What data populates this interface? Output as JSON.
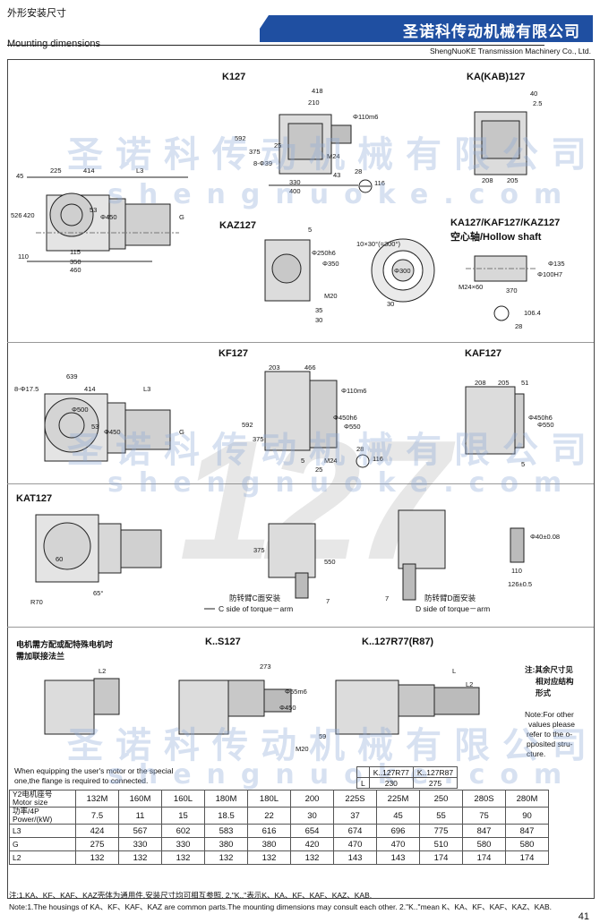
{
  "header": {
    "section_cn": "外形安装尺寸",
    "section_en": "Mounting dimensions",
    "company_cn": "圣诺科传动机械有限公司",
    "company_en": "ShengNuoKE Transmission Machinery Co., Ltd.",
    "banner_color": "#1f4fa1"
  },
  "watermark": {
    "cn": "圣诺科传动机械有限公司",
    "en": "shengnuoke.com",
    "big_number": "127"
  },
  "views": {
    "k127": "K127",
    "ka127": "KA(KAB)127",
    "kaz127": "KAZ127",
    "hollow_title": "KA127/KAF127/KAZ127",
    "hollow_sub": "空心轴/Hollow shaft",
    "kf127": "KF127",
    "kaf127": "KAF127",
    "kat127": "KAT127",
    "ks127": "K..S127",
    "kr77": "K..127R77(R87)"
  },
  "dims": {
    "d418": "418",
    "d210": "210",
    "d110m6": "Φ110m6",
    "d592": "592",
    "d375": "375",
    "d8phi39": "8-Φ39",
    "d25": "25",
    "dM24": "M24",
    "d330": "330",
    "d400": "400",
    "d43": "43",
    "d28": "28",
    "d116": "116",
    "d45": "45",
    "d225": "225",
    "d414": "414",
    "dL3": "L3",
    "d526": "526",
    "d420": "420",
    "d53": "53",
    "d450": "Φ450",
    "dG": "G",
    "d110": "110",
    "d115": "115",
    "d350": "350",
    "d460": "460",
    "d40": "40",
    "d2_5": "2.5",
    "d208": "208",
    "d205": "205",
    "d5": "5",
    "d250h6": "Φ250h6",
    "d350phi": "Φ350",
    "dM20": "M20",
    "d35": "35",
    "d30": "30",
    "d10x30": "10×30°(=300°)",
    "d300": "Φ300",
    "d30b": "30",
    "d100H7": "Φ100H7",
    "d135": "Φ135",
    "dM24x60": "M24×60",
    "d370": "370",
    "d28b": "28",
    "d106_4": "106.4",
    "d639": "639",
    "d8phi17_5": "8-Φ17.5",
    "d500": "Φ500",
    "d203": "203",
    "d466": "466",
    "d450h6": "Φ450h6",
    "d550": "Φ550",
    "d51": "51",
    "d60": "60",
    "dR70": "R70",
    "d65": "65°",
    "d550b": "550",
    "d7": "7",
    "d40_08": "Φ40±0.08",
    "d110b": "110",
    "d126": "126±0.5",
    "d273": "273",
    "d55m6": "Φ55m6",
    "d59": "59",
    "dL": "L",
    "dL2": "L2"
  },
  "torque": {
    "c_cn": "防转臂C面安装",
    "c_en": "C side of torque－arm",
    "d_cn": "防转臂D面安装",
    "d_en": "D side of torque－arm"
  },
  "notes": {
    "motor_cn_1": "电机需方配或配特殊电机时",
    "motor_cn_2": "需加联接法兰",
    "motor_en_1": "When equipping the user's motor or the special",
    "motor_en_2": "one,the flange is required to connected.",
    "other_cn_1": "注:其余尺寸见",
    "other_cn_2": "相对应结构",
    "other_cn_3": "形式",
    "other_en_1": "Note:For other",
    "other_en_2": "values please",
    "other_en_3": "refer to the o-",
    "other_en_4": "pposited stru-",
    "other_en_5": "cture."
  },
  "r_table": {
    "h1": "K..127R77",
    "h2": "K..127R87",
    "row_label": "L",
    "v1": "230",
    "v2": "275"
  },
  "spec_table": {
    "motor_label_cn": "Y2电机座号",
    "motor_label_en": "Motor size",
    "power_label_cn": "功率/4P",
    "power_label_en": "Power/(kW)",
    "rows": {
      "motor": [
        "132M",
        "160M",
        "160L",
        "180M",
        "180L",
        "200",
        "225S",
        "225M",
        "250",
        "280S",
        "280M"
      ],
      "power": [
        "7.5",
        "11",
        "15",
        "18.5",
        "22",
        "30",
        "37",
        "45",
        "55",
        "75",
        "90"
      ],
      "L3": [
        "424",
        "567",
        "602",
        "583",
        "616",
        "654",
        "674",
        "696",
        "775",
        "847",
        "847"
      ],
      "G": [
        "275",
        "330",
        "330",
        "380",
        "380",
        "420",
        "470",
        "470",
        "510",
        "580",
        "580"
      ],
      "L2": [
        "132",
        "132",
        "132",
        "132",
        "132",
        "132",
        "143",
        "143",
        "174",
        "174",
        "174"
      ]
    },
    "row_labels": {
      "L3": "L3",
      "G": "G",
      "L2": "L2"
    }
  },
  "footer": {
    "note_cn": "注:1.KA、KF、KAF、KAZ壳体为通用件,安装尺寸均可相互参照.  2.\"K..\"表示K、KA、KF、KAF、KAZ、KAB.",
    "note_en": "Note:1.The housings of KA、KF、KAF、KAZ are common parts.The mounting dimensions may consult each other.  2.\"K..\"mean K、KA、KF、KAF、KAZ、KAB.",
    "page_number": "41"
  }
}
